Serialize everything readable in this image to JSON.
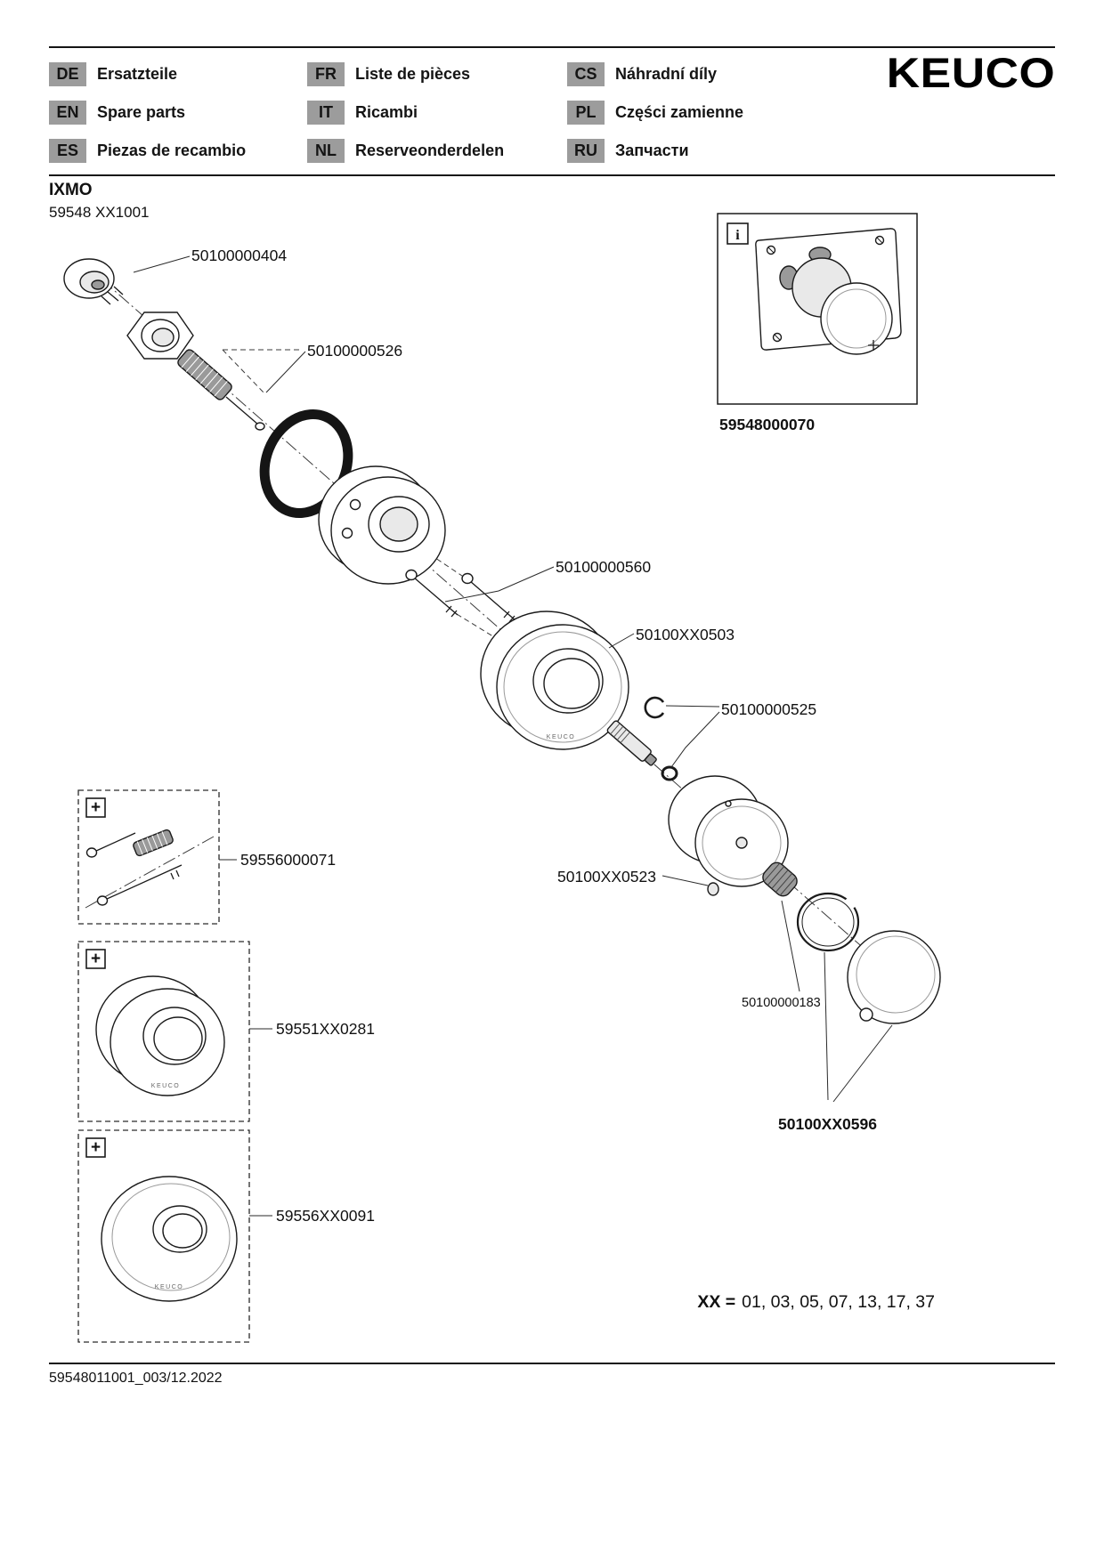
{
  "header": {
    "brand": "KEUCO",
    "languages": [
      {
        "code": "DE",
        "label": "Ersatzteile"
      },
      {
        "code": "FR",
        "label": "Liste de pièces"
      },
      {
        "code": "CS",
        "label": "Náhradní díly"
      },
      {
        "code": "EN",
        "label": "Spare parts"
      },
      {
        "code": "IT",
        "label": "Ricambi"
      },
      {
        "code": "PL",
        "label": "Części zamienne"
      },
      {
        "code": "ES",
        "label": "Piezas de recambio"
      },
      {
        "code": "NL",
        "label": "Reserveonderdelen"
      },
      {
        "code": "RU",
        "label": "Запчасти"
      }
    ]
  },
  "product": {
    "name": "IXMO",
    "code": "59548 XX1001"
  },
  "diagram": {
    "labels": {
      "handle_adapter": "50100000404",
      "cartridge_set": "50100000526",
      "screw_set": "50100000560",
      "escutcheon": "50100XX0503",
      "spindle_set": "50100000525",
      "sleeve": "50100XX0523",
      "adapter": "50100000183",
      "handle": "50100XX0596"
    },
    "insets": {
      "rough_in_valve": "59548000070",
      "fixing_set": "59556000071",
      "extension_ring": "59551XX0281",
      "escutcheon_round": "59556XX0091"
    },
    "engraving": "KEUCO",
    "icons": {
      "info": "i",
      "plus": "+"
    }
  },
  "variants": {
    "prefix": "XX =",
    "values": "01, 03, 05, 07, 13, 17, 37"
  },
  "footer": {
    "doc_code": "59548011001_003/12.2022"
  }
}
